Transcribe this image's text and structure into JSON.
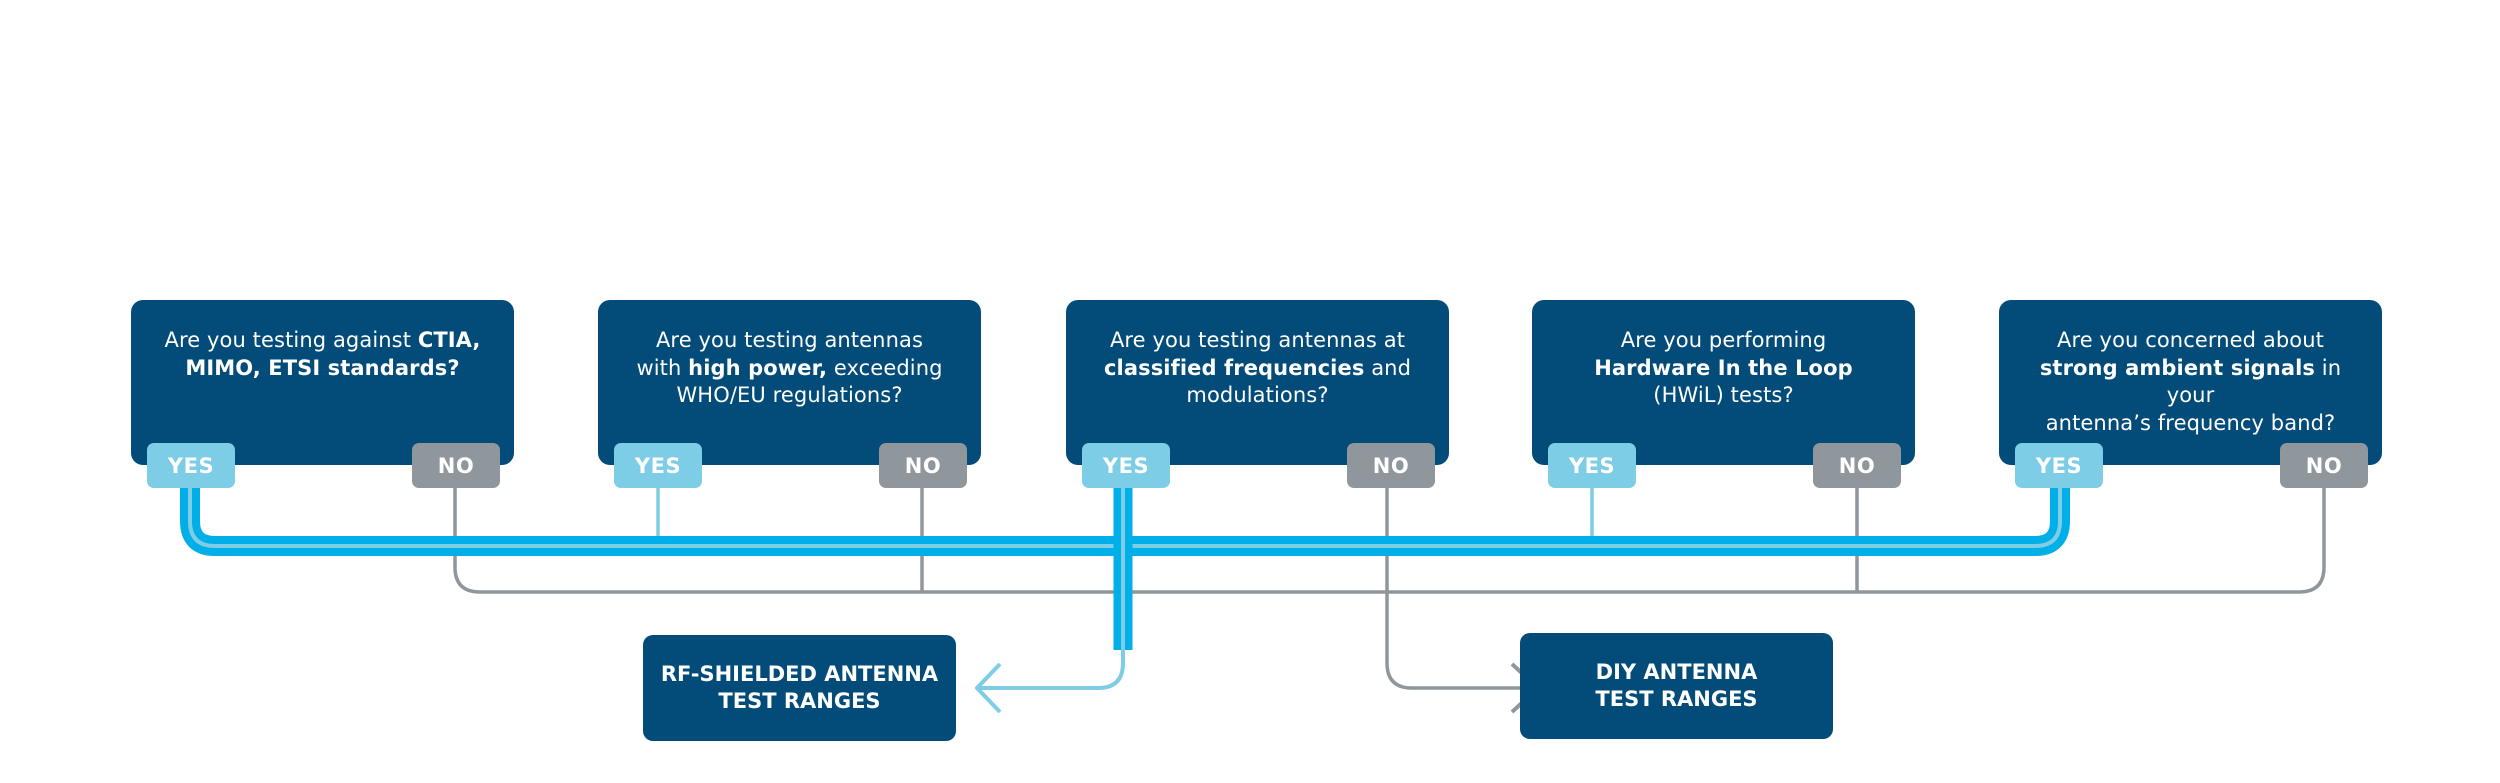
{
  "questions": [
    {
      "id": "standards",
      "parts": [
        {
          "text": "Are you testing against ",
          "bold": false
        },
        {
          "text": "CTIA, MIMO, ETSI standards?",
          "bold": true
        }
      ],
      "lines": [
        [
          {
            "text": "Are you testing against ",
            "bold": false
          },
          {
            "text": "CTIA,",
            "bold": true
          }
        ],
        [
          {
            "text": "MIMO, ETSI standards?",
            "bold": true
          }
        ]
      ],
      "yes_label": "YES",
      "no_label": "NO"
    },
    {
      "id": "high-power",
      "lines": [
        [
          {
            "text": "Are you testing antennas",
            "bold": false
          }
        ],
        [
          {
            "text": "with ",
            "bold": false
          },
          {
            "text": "high power,",
            "bold": true
          },
          {
            "text": " exceeding",
            "bold": false
          }
        ],
        [
          {
            "text": "WHO/EU regulations?",
            "bold": false
          }
        ]
      ],
      "yes_label": "YES",
      "no_label": "NO"
    },
    {
      "id": "classified-frequencies",
      "lines": [
        [
          {
            "text": "Are you testing antennas at",
            "bold": false
          }
        ],
        [
          {
            "text": "classified frequencies",
            "bold": true
          },
          {
            "text": " and",
            "bold": false
          }
        ],
        [
          {
            "text": "modulations?",
            "bold": false
          }
        ]
      ],
      "yes_label": "YES",
      "no_label": "NO"
    },
    {
      "id": "hwil",
      "lines": [
        [
          {
            "text": "Are you performing",
            "bold": false
          }
        ],
        [
          {
            "text": "Hardware In the Loop",
            "bold": true
          }
        ],
        [
          {
            "text": "(HWiL) tests?",
            "bold": false
          }
        ]
      ],
      "yes_label": "YES",
      "no_label": "NO"
    },
    {
      "id": "ambient-signals",
      "lines": [
        [
          {
            "text": "Are you concerned about",
            "bold": false
          }
        ],
        [
          {
            "text": "strong ambient signals",
            "bold": true
          },
          {
            "text": " in your",
            "bold": false
          }
        ],
        [
          {
            "text": "antenna’s frequency band?",
            "bold": false
          }
        ]
      ],
      "yes_label": "YES",
      "no_label": "NO"
    }
  ],
  "results": {
    "rf_shielded": {
      "line1": "RF-SHIELDED ANTENNA",
      "line2": "TEST RANGES"
    },
    "diy": {
      "line1": "DIY ANTENNA",
      "line2": "TEST RANGES"
    }
  },
  "flow": {
    "yes_leads_to": "rf_shielded",
    "no_leads_to": "diy"
  },
  "colors": {
    "box_fill": "#034b78",
    "yes_badge": "#7dcde6",
    "no_badge": "#8f969c",
    "yes_path": "#00aee8",
    "yes_path_inner": "#7dcde6",
    "no_path": "#8f969c",
    "text": "#ffffff"
  }
}
